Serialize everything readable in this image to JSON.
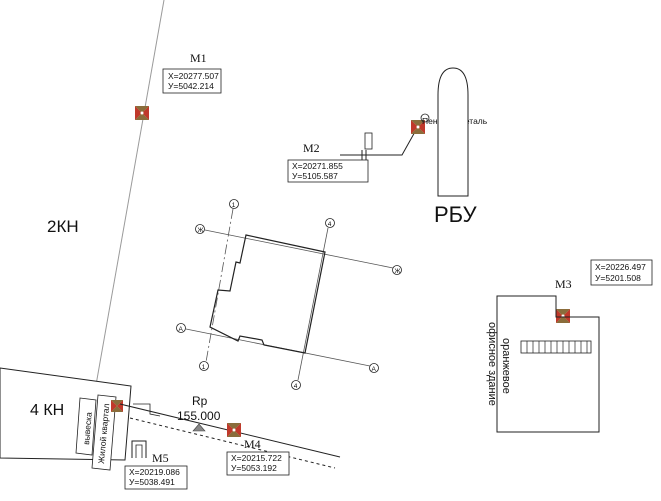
{
  "markers": {
    "m1": {
      "label": "M1",
      "x": "X=20277.507",
      "y": "У=5042.214"
    },
    "m2": {
      "label": "M2",
      "x": "X=20271.855",
      "y": "У=5105.587"
    },
    "m3": {
      "label": "M3",
      "x": "X=20226.497",
      "y": "У=5201.508"
    },
    "m4": {
      "label": "M4",
      "x": "X=20215.722",
      "y": "У=5053.192"
    },
    "m5": {
      "label": "M5",
      "x": "X=20219.086",
      "y": "У=5038.491"
    }
  },
  "labels": {
    "zone_2kn": "2КН",
    "zone_4kn": "4 КН",
    "rbu": "РБУ",
    "penstroy": "Пенстройдеталь",
    "office_line1": "оранжевое",
    "office_line2": "офисное здание",
    "rp_title": "Rp",
    "rp_value": "155.000",
    "signboard": "вывеска",
    "residential": "Жилой квартал"
  },
  "axes": {
    "a": "А",
    "zh": "Ж",
    "one": "1",
    "four": "4"
  },
  "colors": {
    "line": "#222222",
    "marker_red": "#c0392b",
    "marker_brown": "#8a6d3b",
    "grid_line": "#555555"
  }
}
